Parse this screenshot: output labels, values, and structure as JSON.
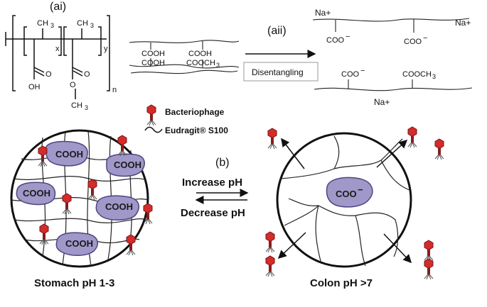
{
  "labels": {
    "ai": "(ai)",
    "aii": "(aii)",
    "b": "(b)"
  },
  "polymer": {
    "ch3_1": "CH",
    "ch3_2": "CH",
    "sub3": "3",
    "x": "x",
    "y": "y",
    "n": "n",
    "oh": "OH",
    "o_1": "O",
    "o_2": "O",
    "o_3": "O",
    "ch3_3": "CH",
    "sub3b": "3"
  },
  "chains_left": {
    "cooh_1": "COOH",
    "cooh_2": "COOH",
    "cooh_3": "COOH",
    "cooch3": "COOCH",
    "sub3": "3"
  },
  "chains_right": {
    "na_1": "Na+",
    "na_2": "Na+",
    "na_3": "Na+",
    "coo_1": "COO",
    "coo_2": "COO",
    "coo_3": "COO",
    "minus": "−",
    "cooch3": "COOCH",
    "sub3": "3"
  },
  "disentangling_label": "Disentangling",
  "legend": {
    "bacteriophage": "Bacteriophage",
    "eudragit": "Eudragit® S100"
  },
  "stomach": {
    "blobs": [
      "COOH",
      "COOH",
      "COOH",
      "COOH",
      "COOH"
    ],
    "caption": "Stomach pH 1-3"
  },
  "colon": {
    "blob": "COO",
    "caption": "Colon pH >7"
  },
  "ph_arrows": {
    "increase": "Increase pH",
    "decrease": "Decrease pH"
  },
  "colors": {
    "blob_fill": "#9f98c9",
    "phage_head": "#d42b2b",
    "phage_tail": "#8a1c1c"
  },
  "icons": [
    "phage-icon",
    "polymer-wave-icon"
  ]
}
